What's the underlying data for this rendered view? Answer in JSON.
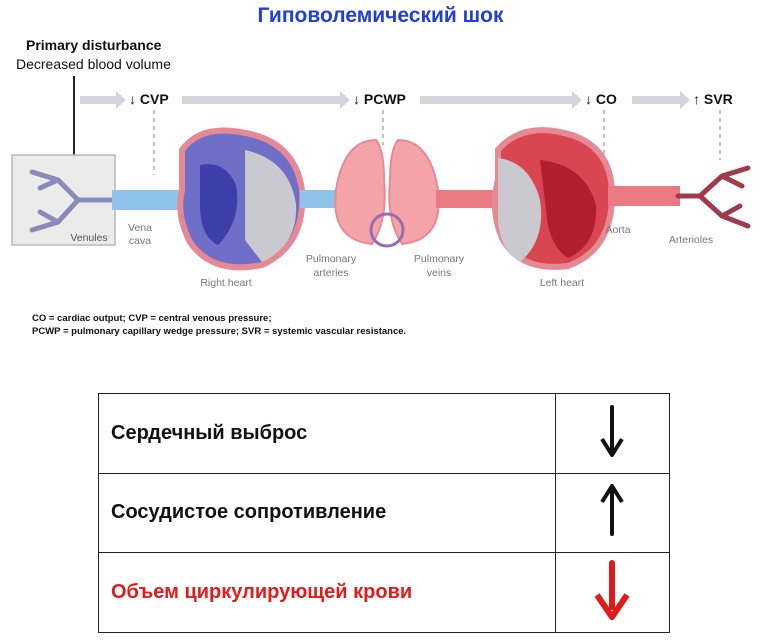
{
  "title": "Гиповолемический шок",
  "primary_disturbance": {
    "heading": "Primary disturbance",
    "subheading": "Decreased blood volume"
  },
  "flow": [
    {
      "label": "↓ CVP"
    },
    {
      "label": "↓ PCWP"
    },
    {
      "label": "↓ CO"
    },
    {
      "label": "↑ SVR"
    }
  ],
  "anatomy_labels": {
    "venules": "Venules",
    "vena_cava": [
      "Vena",
      "cava"
    ],
    "right_heart": "Right heart",
    "pulmonary_arteries": [
      "Pulmonary",
      "arteries"
    ],
    "pulmonary_veins": [
      "Pulmonary",
      "veins"
    ],
    "left_heart": "Left heart",
    "aorta": "Aorta",
    "arterioles": "Arterioles"
  },
  "legend": [
    "CO = cardiac output; CVP = central venous pressure;",
    "PCWP = pulmonary capillary wedge pressure; SVR = systemic vascular resistance."
  ],
  "table": [
    {
      "label": "Сердечный выброс",
      "direction": "down",
      "color": "#111111"
    },
    {
      "label": "Сосудистое сопротивление",
      "direction": "up",
      "color": "#111111"
    },
    {
      "label": "Объем циркулирующей крови",
      "direction": "down",
      "color": "#e01b1b"
    }
  ]
}
